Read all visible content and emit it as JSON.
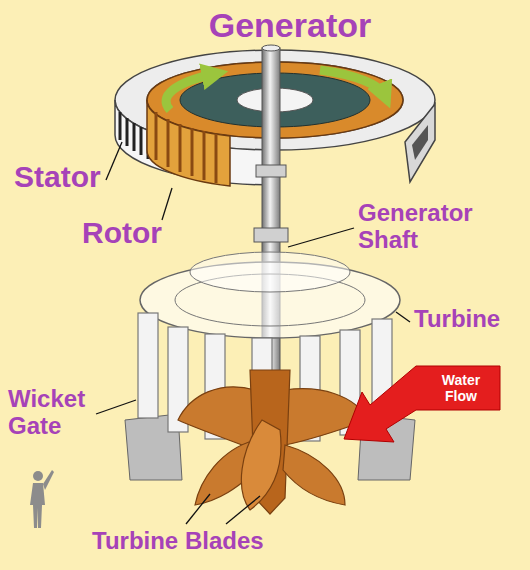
{
  "diagram": {
    "nodes": [
      {
        "text": [
          "Water Flow"
        ]
      }
    ],
    "labels": [
      "Generator",
      "Stator",
      "Rotor",
      "Generator Shaft",
      "Turbine",
      "Wicket Gate",
      "Turbine Blades"
    ]
  }
}
